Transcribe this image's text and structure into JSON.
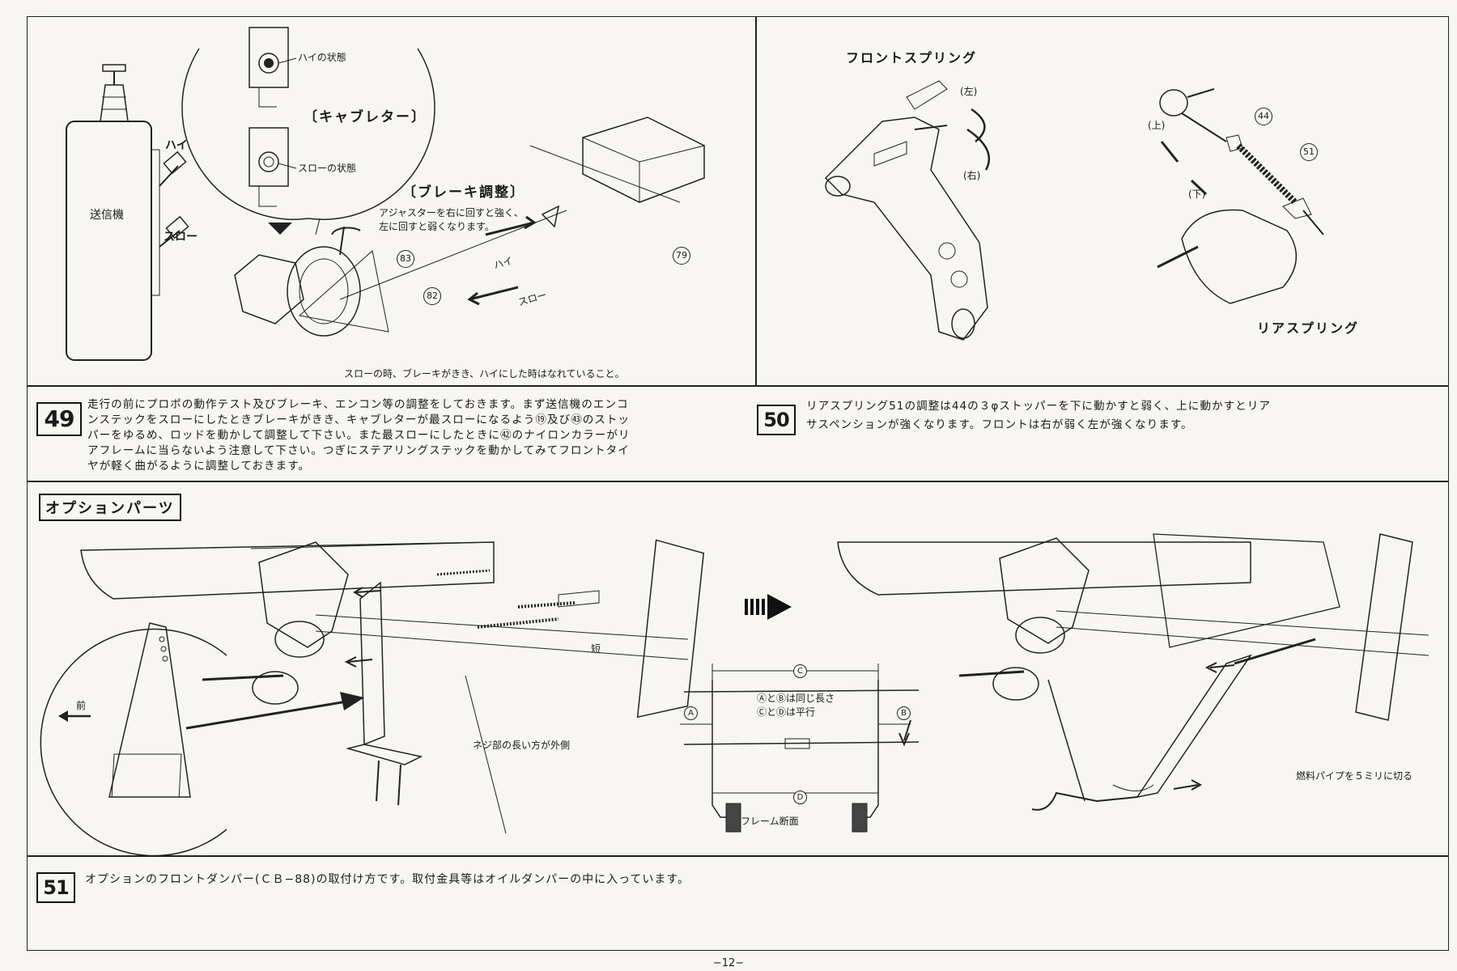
{
  "panel48": {
    "transmitter_label": "送信機",
    "high_label": "ハイ",
    "slow_label": "スロー",
    "high_state": "ハイの状態",
    "carb_title": "〔キャブレター〕",
    "slow_state": "スローの状態",
    "brake_title": "〔ブレーキ調整〕",
    "brake_note_1": "アジャスターを右に回すと強く、",
    "brake_note_2": "左に回すと弱くなります。",
    "arrow_high": "ハイ",
    "arrow_slow": "スロー",
    "part_79": "79",
    "part_83": "83",
    "part_82": "82",
    "caption": "スローの時、ブレーキがきき、ハイにした時はなれていること。"
  },
  "panel50": {
    "front_spring_title": "フロントスプリング",
    "left": "(左)",
    "right": "(右)",
    "up": "(上)",
    "down": "(下)",
    "part_44": "44",
    "part_51": "51",
    "rear_spring_title": "リアスプリング"
  },
  "step49": {
    "number": "49",
    "lines": [
      "走行の前にプロポの動作テスト及びブレーキ、エンコン等の調整をしておきます。まず送信機のエンコ",
      "ンステックをスローにしたときブレーキがきき、キャブレターが最スローになるよう⑲及び㊸のストッ",
      "パーをゆるめ、ロッドを動かして調整して下さい。また最スローにしたときに㊷のナイロンカラーがリ",
      "アフレームに当らないよう注意して下さい。つぎにステアリングステックを動かしてみてフロントタイ",
      "ヤが軽く曲がるように調整しておきます。"
    ]
  },
  "step50": {
    "number": "50",
    "lines": [
      "リアスプリング51の調整は44の３φストッパーを下に動かすと弱く、上に動かすとリア",
      "サスペンションが強くなります。フロントは右が弱く左が強くなります。"
    ]
  },
  "options": {
    "title": "オプションパーツ",
    "front_label": "前",
    "short_label": "短",
    "screw_note": "ネジ部の長い方が外側",
    "A": "A",
    "B": "B",
    "C": "C",
    "D": "D",
    "ab_note": "ⒶとⒷは同じ長さ",
    "cd_note": "ⒸとⒹは平行",
    "frame_section": "フレーム断面",
    "fuel_pipe_note": "燃料パイプを５ミリに切る"
  },
  "step51": {
    "number": "51",
    "text": "オプションのフロントダンパー(ＣＢ−88)の取付け方です。取付金具等はオイルダンパーの中に入っています。"
  },
  "page_number": "−12−"
}
